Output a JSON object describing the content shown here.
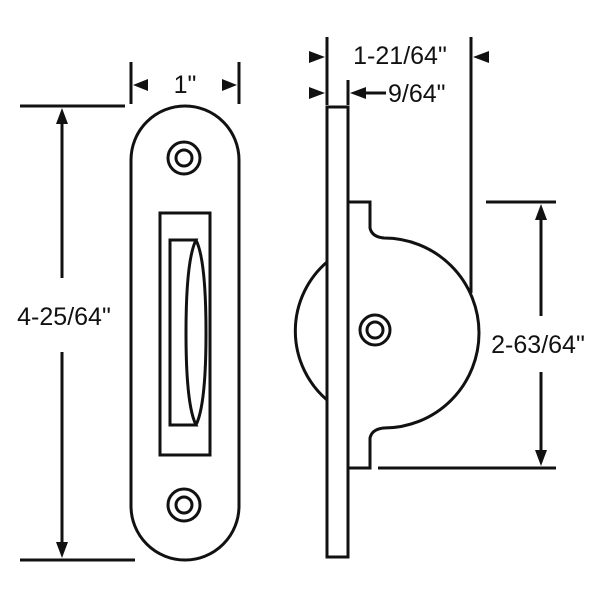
{
  "title": "Sash pulley dimension diagram",
  "dimensions": {
    "width": "1\"",
    "height": "4-25/64\"",
    "depth": "1-21/64\"",
    "plate_thickness": "9/64\"",
    "wheel_height": "2-63/64\""
  },
  "colors": {
    "line": "#111111",
    "background": "#ffffff"
  }
}
